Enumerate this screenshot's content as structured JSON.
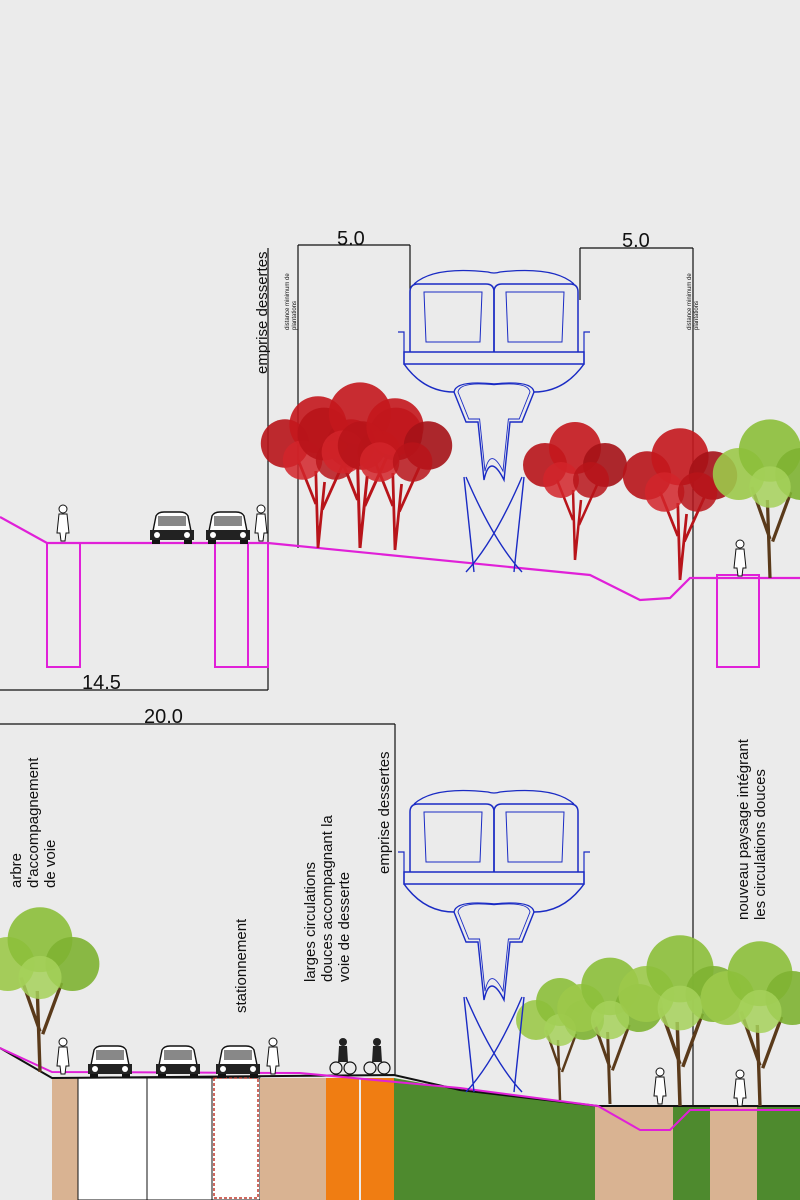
{
  "colors": {
    "background": "#ebebeb",
    "ground_line": "#e020d8",
    "structure": "#1a2bc4",
    "tree_red": "#b8141a",
    "tree_green": "#8cbf3a",
    "soil": "#d9b392",
    "cycle_lane": "#f07d12",
    "grass": "#4e8a2e",
    "parking_outline": "#c0392b"
  },
  "top_section": {
    "dim_left": "14.5",
    "dim_upper_left": "5.0",
    "dim_upper_right": "5.0",
    "label_emprise": "emprise dessertes",
    "label_distance_left": "distance minimum de\nplantations",
    "label_distance_right": "distance minimum de\nplantations"
  },
  "bottom_section": {
    "dim_width": "20.0",
    "label_arbre": "arbre\nd'accompagnement\nde voie",
    "label_stationnement": "stationnement",
    "label_circulations": "larges circulations\ndouces accompagnant la\nvoie de desserte",
    "label_emprise": "emprise dessertes",
    "label_paysage": "nouveau paysage intégrant\nles circulations douces"
  }
}
